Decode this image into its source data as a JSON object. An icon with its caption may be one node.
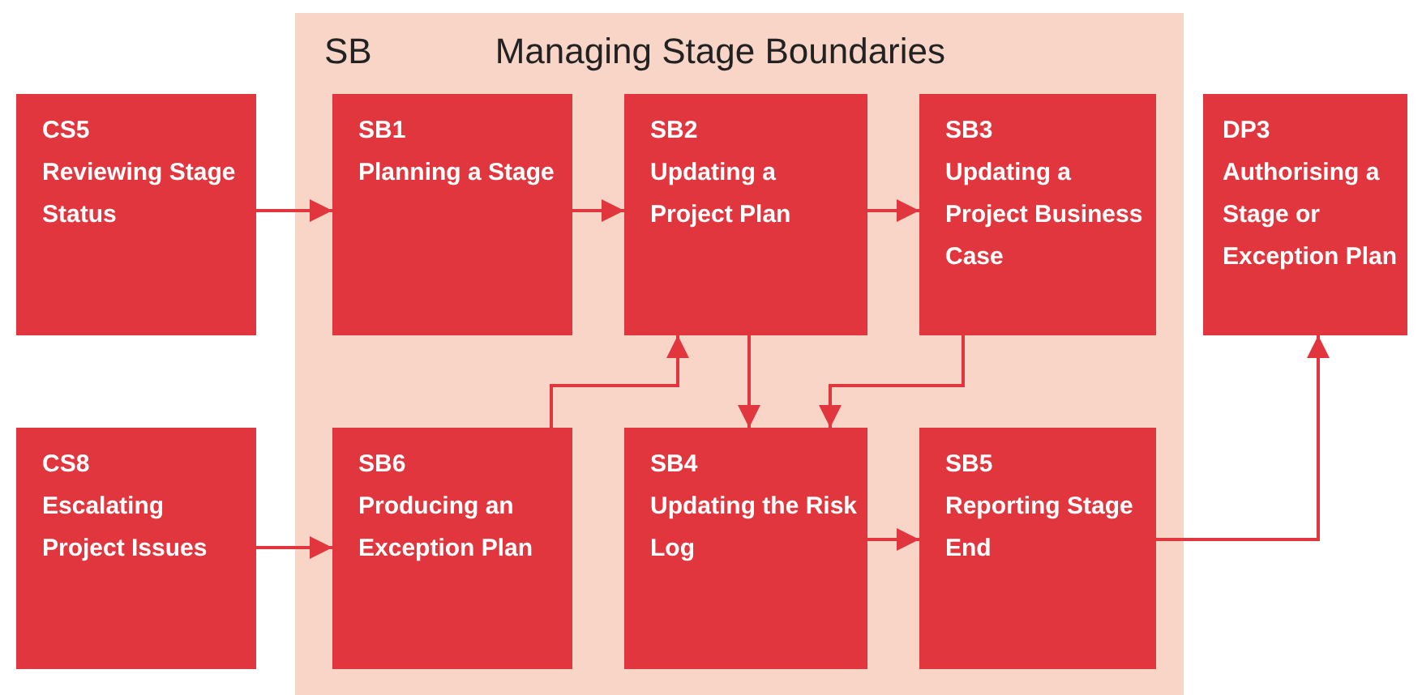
{
  "diagram": {
    "nodes": [
      {
        "text": [
          "SB",
          "Managing Stage Boundaries"
        ]
      },
      {
        "text": [
          "CS5",
          "Reviewing Stage Status"
        ]
      },
      {
        "text": [
          "SB1",
          "Planning a Stage"
        ],
        "in": 0
      },
      {
        "text": [
          "SB2",
          "Updating a Project Plan"
        ],
        "in": 0
      },
      {
        "text": [
          "SB3",
          "Updating a Project Business Case"
        ],
        "in": 0
      },
      {
        "text": [
          "DP3",
          "Authorising a Stage or Exception Plan"
        ]
      },
      {
        "text": [
          "CS8",
          "Escalating Project Issues"
        ]
      },
      {
        "text": [
          "SB6",
          "Producing an Exception Plan"
        ],
        "in": 0
      },
      {
        "text": [
          "SB4",
          "Updating the Risk Log"
        ],
        "in": 0
      },
      {
        "text": [
          "SB5",
          "Reporting Stage End"
        ],
        "in": 0
      }
    ],
    "edges": [
      {
        "from": 1,
        "to": 2,
        "arrow": "to"
      },
      {
        "from": 2,
        "to": 3,
        "arrow": "to"
      },
      {
        "from": 3,
        "to": 4,
        "arrow": "to"
      },
      {
        "from": 3,
        "to": 8,
        "arrow": "to"
      },
      {
        "from": 4,
        "to": 8,
        "arrow": "to"
      },
      {
        "from": 7,
        "to": 3,
        "arrow": "to"
      },
      {
        "from": 6,
        "to": 7,
        "arrow": "to"
      },
      {
        "from": 8,
        "to": 9,
        "arrow": "to"
      },
      {
        "from": 9,
        "to": 5,
        "arrow": "to"
      }
    ]
  }
}
